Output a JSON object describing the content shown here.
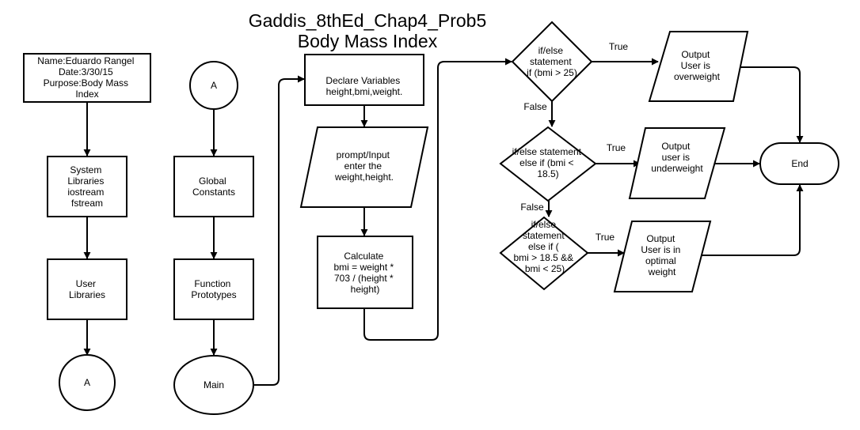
{
  "title": {
    "line1": "Gaddis_8thEd_Chap4_Prob5",
    "line2": "Body Mass Index"
  },
  "nodes": {
    "header": [
      "Name:Eduardo Rangel",
      "Date:3/30/15",
      "Purpose:Body Mass",
      "Index"
    ],
    "sys_libs": [
      "System",
      "Libraries",
      "iostream",
      "fstream"
    ],
    "user_libs": [
      "User",
      "Libraries"
    ],
    "connector_a_out": [
      "A"
    ],
    "connector_a_in": [
      "A"
    ],
    "global_constants": [
      "Global",
      "Constants"
    ],
    "function_prototypes": [
      "Function",
      "Prototypes"
    ],
    "main": [
      "Main"
    ],
    "declare": [
      "Declare Variables",
      "height,bmi,weight."
    ],
    "prompt": [
      "prompt/Input",
      "enter the",
      "weight,height."
    ],
    "calculate": [
      "Calculate",
      "bmi = weight *",
      "703 / (height *",
      "height)"
    ],
    "decision1": [
      "if/else",
      "statement",
      "if (bmi > 25)"
    ],
    "decision2": [
      "if/else statement",
      "else if (bmi <",
      "18.5)"
    ],
    "decision3": [
      "if/else",
      "statement",
      "else if (",
      "bmi > 18.5 &&",
      "bmi < 25)"
    ],
    "out_over": [
      "Output",
      "User is",
      "overweight"
    ],
    "out_under": [
      "Output",
      "user is",
      "underweight"
    ],
    "out_optimal": [
      "Output",
      "User is in",
      "optimal",
      "weight"
    ],
    "end": [
      "End"
    ]
  },
  "edge_labels": {
    "true1": "True",
    "false1": "False",
    "true2": "True",
    "false2": "False",
    "true3": "True"
  }
}
